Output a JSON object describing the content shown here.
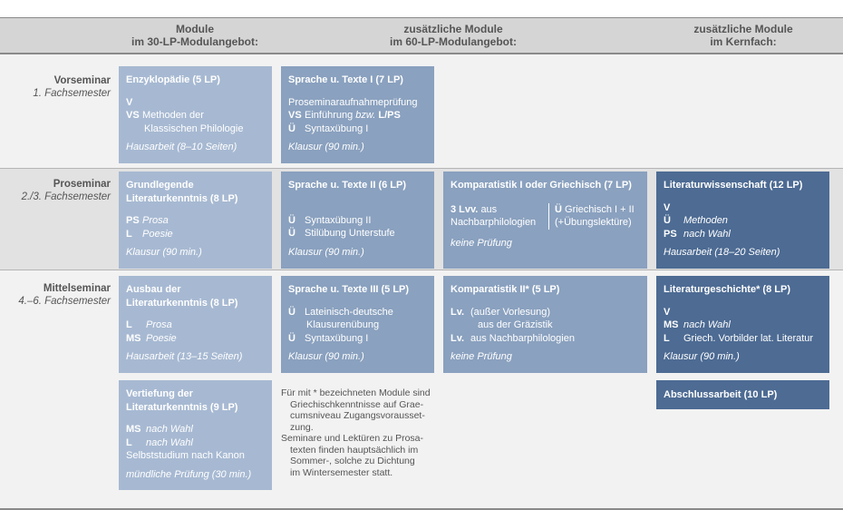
{
  "header": {
    "col1": [
      "Module",
      "im 30-LP-Modulangebot:"
    ],
    "col2": [
      "zusätzliche Module",
      "im 60-LP-Modulangebot:"
    ],
    "col3": [
      "zusätzliche Module",
      "im Kernfach:"
    ]
  },
  "rows": {
    "vorseminar": {
      "title": "Vorseminar",
      "sub": "1. Fachsemester"
    },
    "proseminar": {
      "title": "Proseminar",
      "sub": "2./3. Fachsemester"
    },
    "mittelseminar": {
      "title": "Mittelseminar",
      "sub": "4.–6. Fachsemester"
    }
  },
  "modules": {
    "enzyklopaedie": {
      "title": "Enzyklopädie (5 LP)",
      "v": "V",
      "vs": "VS",
      "vs_text1": "Methoden der",
      "vs_text2": "Klassischen Philologie",
      "foot": "Hausarbeit (8–10 Seiten)"
    },
    "sprache1": {
      "title": "Sprache u. Texte I (7 LP)",
      "line1": "Proseminaraufnahmeprüfung",
      "vs": "VS",
      "vs_text": "Einführung",
      "vs_bzw": "bzw.",
      "vs_lps": "L/PS",
      "u": "Ü",
      "u_text": "Syntaxübung I",
      "foot": "Klausur (90 min.)"
    },
    "grundlegende": {
      "title1": "Grundlegende",
      "title2": "Literaturkenntnis (8 LP)",
      "ps": "PS",
      "ps_text": "Prosa",
      "l": "L",
      "l_text": "Poesie",
      "foot": "Klausur (90 min.)"
    },
    "sprache2": {
      "title": "Sprache u. Texte II (6 LP)",
      "u1": "Ü",
      "u1_text": "Syntaxübung II",
      "u2": "Ü",
      "u2_text": "Stilübung Unterstufe",
      "foot": "Klausur (90 min.)"
    },
    "komparatistik1": {
      "title": "Komparatistik I oder Griechisch (7 LP)",
      "left1_b": "3 Lvv.",
      "left1": "aus",
      "left2": "Nachbarphilologien",
      "right1_b": "Ü",
      "right1": "Griechisch I + II",
      "right2": "(+Übungslektüre)",
      "foot": "keine Prüfung"
    },
    "literaturwissenschaft": {
      "title": "Literaturwissenschaft (12 LP)",
      "v": "V",
      "u": "Ü",
      "u_text": "Methoden",
      "ps": "PS",
      "ps_text": "nach Wahl",
      "foot": "Hausarbeit (18–20 Seiten)"
    },
    "ausbau": {
      "title1": "Ausbau der",
      "title2": "Literaturkenntnis (8 LP)",
      "l": "L",
      "l_text": "Prosa",
      "ms": "MS",
      "ms_text": "Poesie",
      "foot": "Hausarbeit (13–15 Seiten)"
    },
    "sprache3": {
      "title": "Sprache u. Texte III (5 LP)",
      "u1": "Ü",
      "u1_text1": "Lateinisch-deutsche",
      "u1_text2": "Klausurenübung",
      "u2": "Ü",
      "u2_text": "Syntaxübung I",
      "foot": "Klausur (90 min.)"
    },
    "komparatistik2": {
      "title": "Komparatistik II* (5 LP)",
      "l1_b": "Lv.",
      "l1": "(außer Vorlesung)",
      "l2": "aus der Gräzistik",
      "l3_b": "Lv.",
      "l3": "aus Nachbarphilologien",
      "foot": "keine Prüfung"
    },
    "literaturgeschichte": {
      "title": "Literaturgeschichte* (8 LP)",
      "v": "V",
      "ms": "MS",
      "ms_text": "nach Wahl",
      "l": "L",
      "l_text": "Griech. Vorbilder lat. Literatur",
      "foot": "Klausur (90 min.)"
    },
    "vertiefung": {
      "title1": "Vertiefung der",
      "title2": "Literaturkenntnis (9 LP)",
      "ms": "MS",
      "ms_text": "nach Wahl",
      "l": "L",
      "l_text": "nach Wahl",
      "line3": "Selbststudium nach Kanon",
      "foot": "mündliche Prüfung (30 min.)"
    },
    "abschluss": {
      "title": "Abschlussarbeit (10 LP)"
    }
  },
  "note": {
    "p1_l1": "Für mit * bezeichneten Module sind",
    "p1_l2": "Griechischkenntnisse auf Grae-",
    "p1_l3": "cumsniveau Zugangsvorausset-",
    "p1_l4": "zung.",
    "p2_l1": "Seminare und Lektüren zu Prosa-",
    "p2_l2": "texten finden hauptsächlich im",
    "p2_l3": "Sommer-, solche zu Dichtung",
    "p2_l4": "im Wintersemester statt."
  },
  "colors": {
    "col1": "#a7b9d2",
    "col2": "#8aa1bf",
    "col4": "#4d6b93",
    "band_gray": "#e5e5e5",
    "band_light": "#f2f2f2",
    "header_gray": "#d5d5d5",
    "label_gray": "#555555"
  }
}
